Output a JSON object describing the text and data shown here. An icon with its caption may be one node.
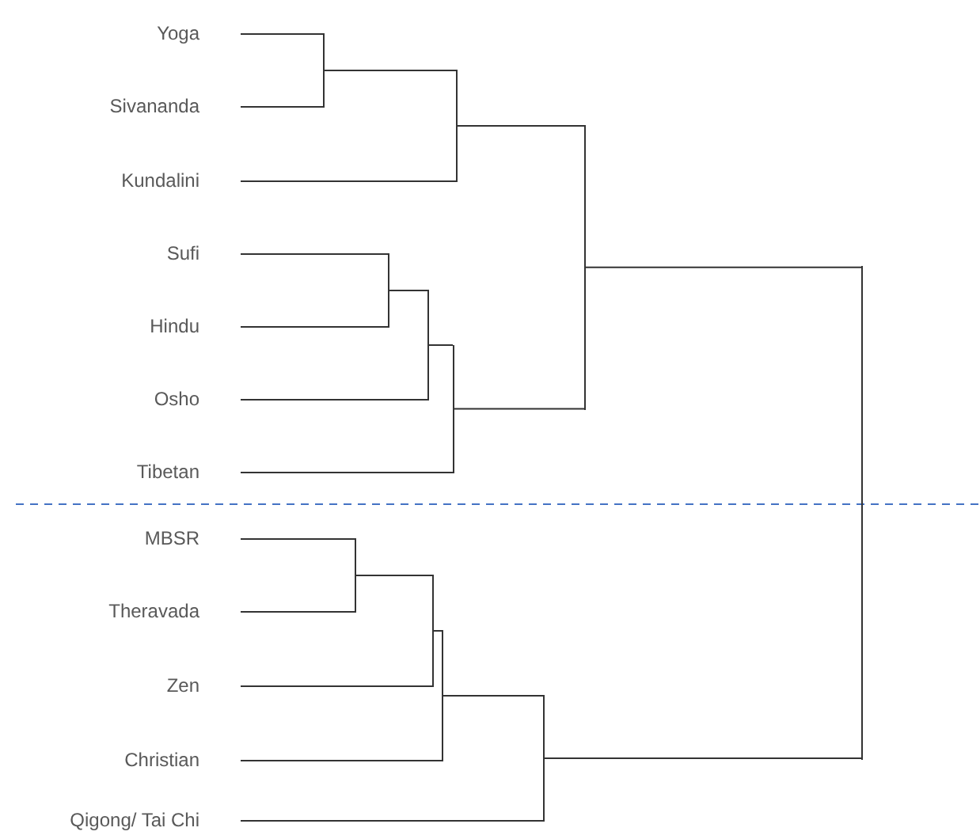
{
  "diagram": {
    "nodes": [
      {
        "text": [
          "Yoga"
        ]
      },
      {
        "text": [
          "Sivananda"
        ]
      },
      {
        "text": [
          "Kundalini"
        ]
      },
      {
        "text": [
          "Sufi"
        ]
      },
      {
        "text": [
          "Hindu"
        ]
      },
      {
        "text": [
          "Osho"
        ]
      },
      {
        "text": [
          "Tibetan"
        ]
      },
      {
        "text": [
          "MBSR"
        ]
      },
      {
        "text": [
          "Theravada"
        ]
      },
      {
        "text": [
          "Zen"
        ]
      },
      {
        "text": [
          "Christian"
        ]
      },
      {
        "text": [
          "Qigong/ Tai Chi"
        ]
      },
      {
        "text": [],
        "shape": "bar"
      },
      {
        "text": [],
        "shape": "bar"
      },
      {
        "text": [],
        "shape": "bar"
      },
      {
        "text": [],
        "shape": "bar"
      },
      {
        "text": [],
        "shape": "bar"
      },
      {
        "text": [],
        "shape": "bar"
      },
      {
        "text": [],
        "shape": "bar"
      },
      {
        "text": [],
        "shape": "bar"
      },
      {
        "text": [],
        "shape": "bar"
      },
      {
        "text": [],
        "shape": "bar"
      },
      {
        "text": [],
        "shape": "bar"
      }
    ],
    "edges": [
      {
        "from": 0,
        "to": 12,
        "arrow": "none"
      },
      {
        "from": 1,
        "to": 12,
        "arrow": "none"
      },
      {
        "from": 12,
        "to": 13,
        "arrow": "none"
      },
      {
        "from": 2,
        "to": 13,
        "arrow": "none"
      },
      {
        "from": 3,
        "to": 14,
        "arrow": "none"
      },
      {
        "from": 4,
        "to": 14,
        "arrow": "none"
      },
      {
        "from": 14,
        "to": 15,
        "arrow": "none"
      },
      {
        "from": 5,
        "to": 15,
        "arrow": "none"
      },
      {
        "from": 15,
        "to": 16,
        "arrow": "none"
      },
      {
        "from": 6,
        "to": 16,
        "arrow": "none"
      },
      {
        "from": 13,
        "to": 17,
        "arrow": "none"
      },
      {
        "from": 16,
        "to": 17,
        "arrow": "none"
      },
      {
        "from": 7,
        "to": 18,
        "arrow": "none"
      },
      {
        "from": 8,
        "to": 18,
        "arrow": "none"
      },
      {
        "from": 18,
        "to": 19,
        "arrow": "none"
      },
      {
        "from": 9,
        "to": 19,
        "arrow": "none"
      },
      {
        "from": 19,
        "to": 20,
        "arrow": "none"
      },
      {
        "from": 10,
        "to": 20,
        "arrow": "none"
      },
      {
        "from": 20,
        "to": 21,
        "arrow": "none"
      },
      {
        "from": 11,
        "to": 21,
        "arrow": "none"
      },
      {
        "from": 17,
        "to": 22,
        "arrow": "none"
      },
      {
        "from": 21,
        "to": 22,
        "arrow": "none"
      }
    ]
  }
}
